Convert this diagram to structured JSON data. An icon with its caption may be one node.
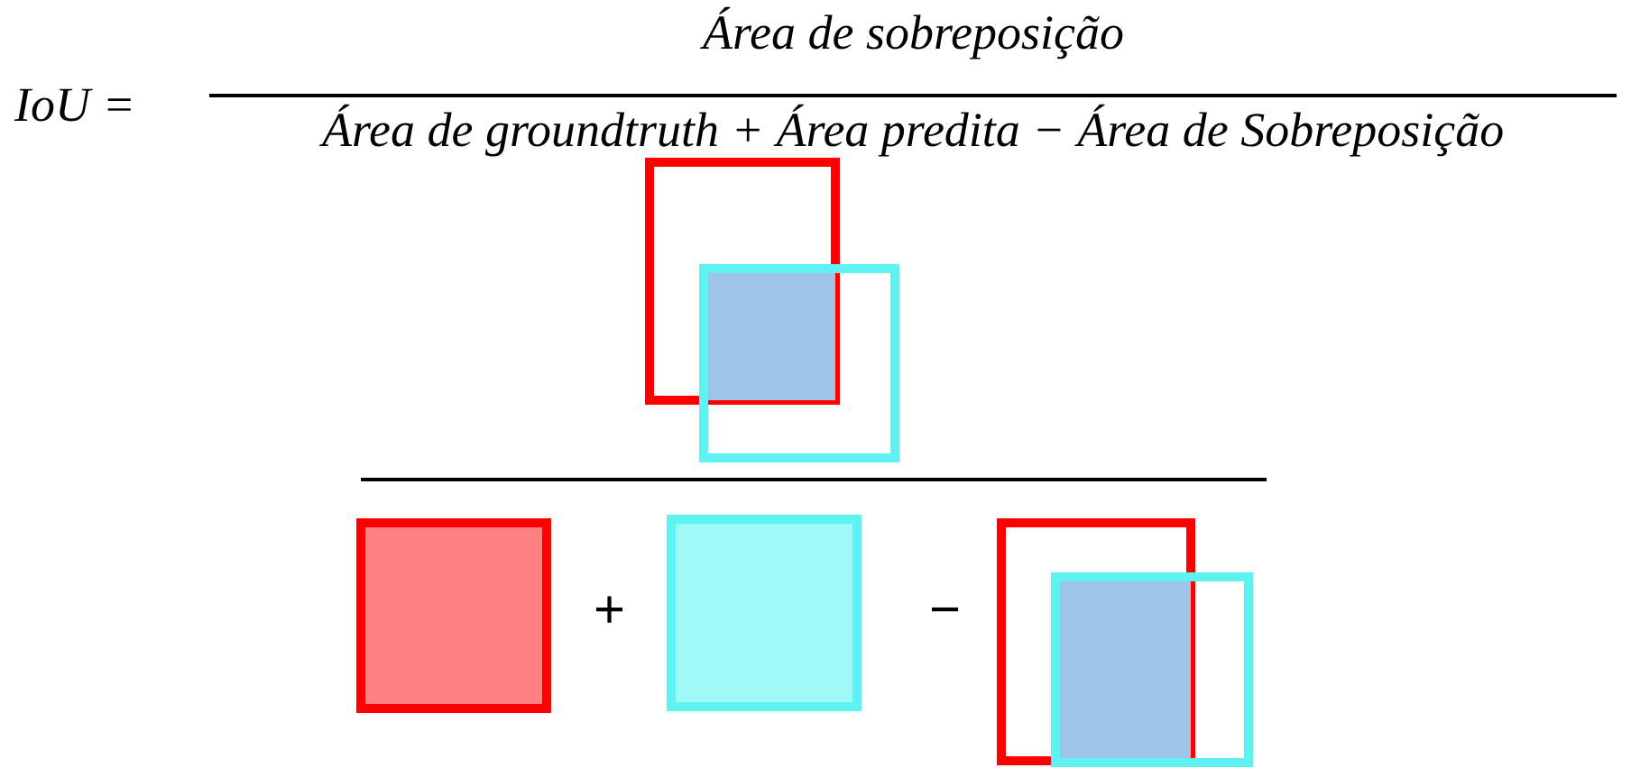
{
  "diagram": {
    "labels": [
      "IoU =",
      "Área de sobreposição",
      "Área de groundtruth + Área predita − Área de Sobreposição",
      "+",
      "−"
    ]
  }
}
